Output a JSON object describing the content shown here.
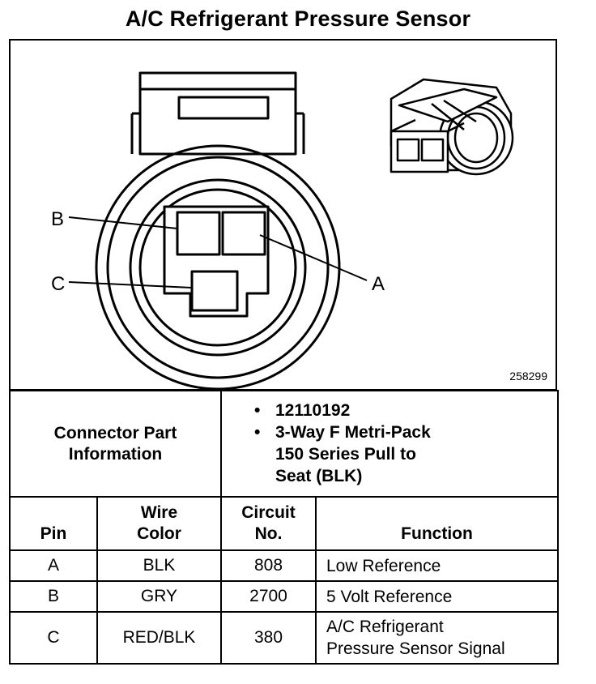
{
  "title": "A/C Refrigerant Pressure Sensor",
  "diagram": {
    "figure_id": "258299",
    "pin_labels": {
      "a": "A",
      "b": "B",
      "c": "C"
    }
  },
  "connector_info": {
    "label_line1": "Connector Part",
    "label_line2": "Information",
    "items": [
      [
        "12110192"
      ],
      [
        "3-Way F Metri-Pack",
        "150 Series Pull to",
        "Seat (BLK)"
      ]
    ]
  },
  "pin_table": {
    "headers": {
      "pin": [
        "Pin"
      ],
      "wire_color": [
        "Wire",
        "Color"
      ],
      "circuit": [
        "Circuit",
        "No."
      ],
      "function": [
        "Function"
      ]
    },
    "rows": [
      {
        "pin": "A",
        "wire_color": "BLK",
        "circuit": "808",
        "function": [
          "Low Reference"
        ]
      },
      {
        "pin": "B",
        "wire_color": "GRY",
        "circuit": "2700",
        "function": [
          "5 Volt Reference"
        ]
      },
      {
        "pin": "C",
        "wire_color": "RED/BLK",
        "circuit": "380",
        "function": [
          "A/C Refrigerant",
          "Pressure Sensor Signal"
        ]
      }
    ]
  }
}
